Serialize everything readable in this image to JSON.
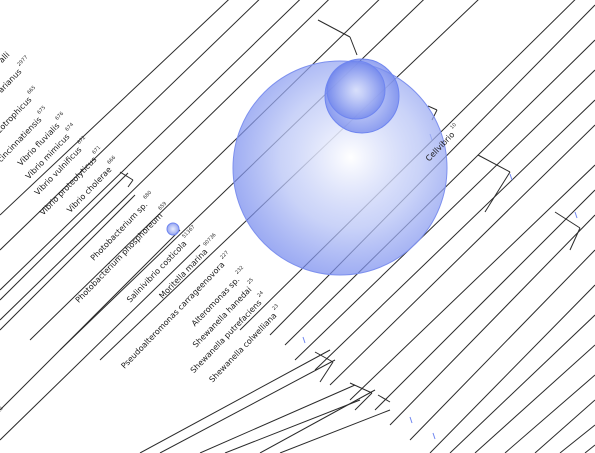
{
  "viewer": {
    "title": "",
    "colors": {
      "branch": "#2a2a2a",
      "bubble": "#6f86f0",
      "label": "#1a1a1a"
    }
  },
  "tree": {
    "leaves": [
      {
        "id": "partial-alli",
        "name": "alli",
        "tag": ""
      },
      {
        "id": "partial-arianus",
        "name": "arianus",
        "tag": "2977"
      },
      {
        "id": "azotrophicus",
        "name": "Vibrio azotrophicus",
        "tag": "665"
      },
      {
        "id": "cincinnatiensis",
        "name": "Vibrio cincinnatiensis",
        "tag": "675"
      },
      {
        "id": "fluvialis",
        "name": "Vibrio fluvialis",
        "tag": "676"
      },
      {
        "id": "mimicus",
        "name": "Vibrio mimicus",
        "tag": "674"
      },
      {
        "id": "vulnificus",
        "name": "Vibrio vulnificus",
        "tag": "672"
      },
      {
        "id": "proteolyticus",
        "name": "Vibrio proteolyticus",
        "tag": "671"
      },
      {
        "id": "cholerae",
        "name": "Vibrio cholerae",
        "tag": "666"
      },
      {
        "id": "photobacterium-sp",
        "name": "Photobacterium sp.",
        "tag": "680"
      },
      {
        "id": "photobacterium-phosphoreum",
        "name": "Photobacterium phosphoreum",
        "tag": "659"
      },
      {
        "id": "salinivibrio",
        "name": "Salinivibrio costicola",
        "tag": "51367"
      },
      {
        "id": "moritella",
        "name": "Moritella marina",
        "tag": "90736"
      },
      {
        "id": "pseudoalteromonas",
        "name": "Pseudoalteromonas carrageenovora",
        "tag": "227"
      },
      {
        "id": "alteromonas-sp",
        "name": "Alteromonas sp.",
        "tag": "232"
      },
      {
        "id": "hanedai",
        "name": "Shewanella hanedai",
        "tag": "25"
      },
      {
        "id": "putrefaciens",
        "name": "Shewanella putrefaciens",
        "tag": "24"
      },
      {
        "id": "colwelliana",
        "name": "Shewanella colwelliana",
        "tag": "23"
      },
      {
        "id": "cellvibrio",
        "name": "Cellvibrio",
        "tag": "10"
      }
    ],
    "edge_label": "nl"
  },
  "highlight": {
    "bubbles": [
      {
        "id": "large",
        "level": 1.0
      },
      {
        "id": "medium",
        "level": 0.45
      },
      {
        "id": "small",
        "level": 0.25
      },
      {
        "id": "tiny",
        "level": 0.05
      }
    ]
  }
}
